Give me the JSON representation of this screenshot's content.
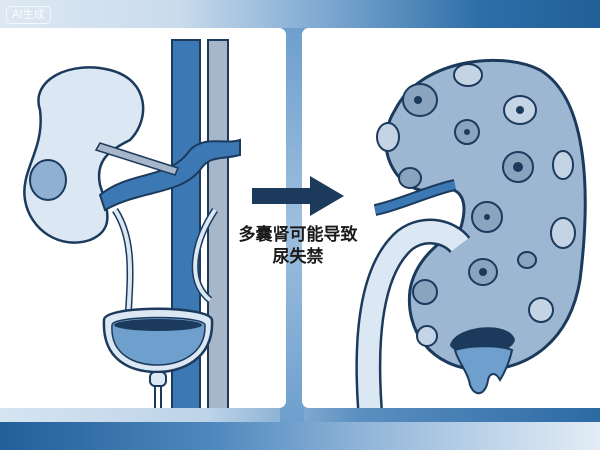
{
  "badge": {
    "label": "AI生成"
  },
  "caption": {
    "line1": "多囊肾可能导致",
    "line2": "尿失禁"
  },
  "panels": {
    "left": {
      "description": "healthy-kidney-ureter-bladder"
    },
    "right": {
      "description": "polycystic-kidney-with-cysts-leaking-urine"
    }
  },
  "icons": {
    "arrow": "right-arrow-icon"
  },
  "colors": {
    "dark_navy": "#1b3a5c",
    "mid_blue": "#3c78b4",
    "light_blue": "#dbe7f3",
    "cyst_fill": "#9db7d2",
    "gray_vessel": "#a7b6c9",
    "band_dark": "#225f98"
  }
}
